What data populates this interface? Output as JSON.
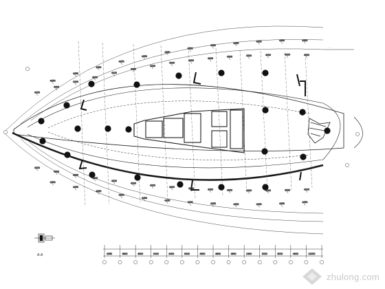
{
  "drawing": {
    "section_label": "A-A",
    "note_text": "...",
    "top_dims_outer": [
      "4250",
      "4250",
      "4250",
      "4250",
      "4250",
      "4250",
      "4250",
      "4250",
      "4250",
      "4250",
      "4250",
      "4250"
    ],
    "top_dims_inner": [
      "4200",
      "4200",
      "4200",
      "4200",
      "4200",
      "4200",
      "4200",
      "4200",
      "4200",
      "4200",
      "4200",
      "4200",
      "4200",
      "4200",
      "4200"
    ],
    "bottom_dims_inner": [
      "4200",
      "4200",
      "4200",
      "4200",
      "4200",
      "4200",
      "4200",
      "4200",
      "4200",
      "4200",
      "4200",
      "4200",
      "4200",
      "4200",
      "4200"
    ],
    "bottom_dims_outer": [
      "4250",
      "4250",
      "4250",
      "4250",
      "4250",
      "4250",
      "4250",
      "4250",
      "4250",
      "4250",
      "4250",
      "4250"
    ],
    "bottom_axis_dims": [
      "4250",
      "4800",
      "4800",
      "2400",
      "2400",
      "3000",
      "4800",
      "4800",
      "4800",
      "2400",
      "3000",
      "3000",
      "4800",
      "12000"
    ]
  },
  "watermark": {
    "text": "zhulong.com",
    "icon": "zhulong-logo-icon"
  },
  "colors": {
    "line": "#1a1a1a",
    "column": "#111111",
    "watermark": "#c9c9c9"
  }
}
